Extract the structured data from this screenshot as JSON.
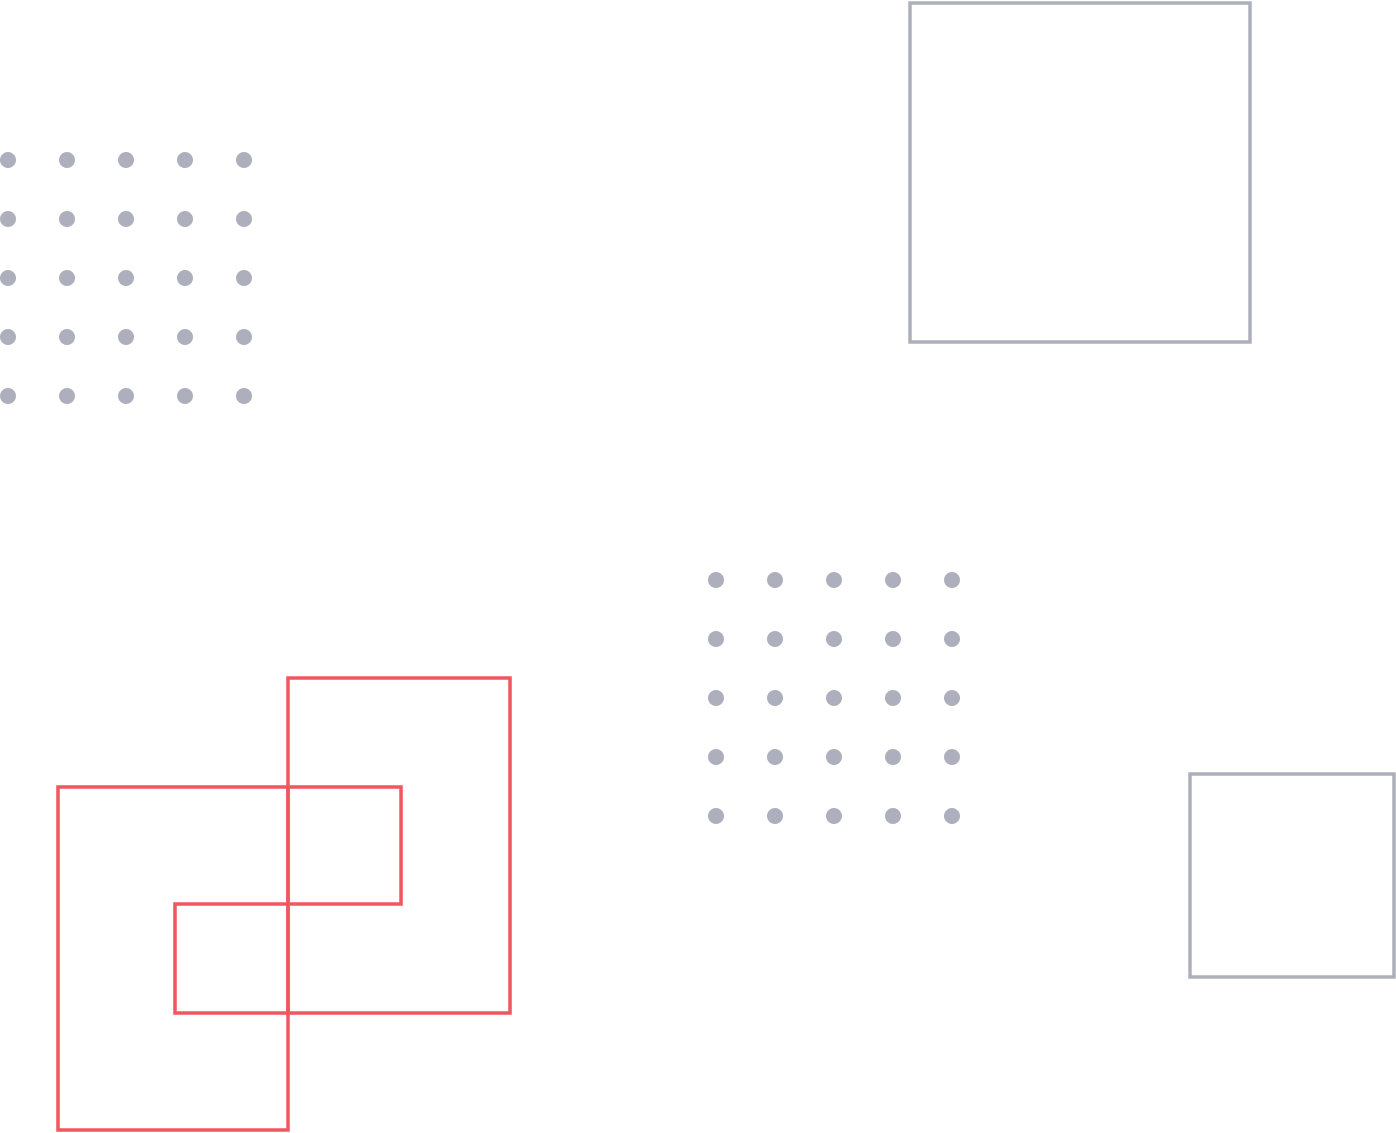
{
  "colors": {
    "background": "#ffffff",
    "dots": "#adb0bc",
    "gray_outline": "#adb0bb",
    "red_outline": "#f0575f"
  },
  "dot_grids": [
    {
      "rows": 5,
      "cols": 5
    },
    {
      "rows": 5,
      "cols": 5
    }
  ]
}
